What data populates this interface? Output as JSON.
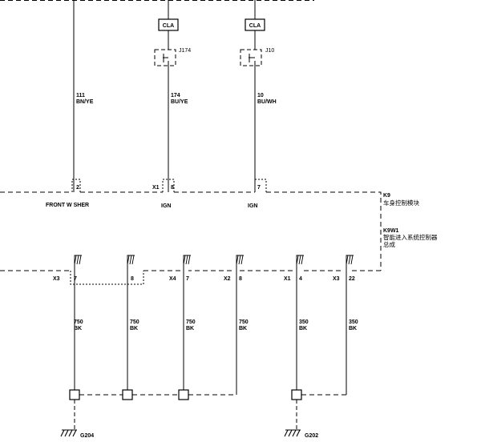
{
  "connectors": {
    "cla_1": "CLA",
    "cla_2": "CLA",
    "j174": "J174",
    "j10": "J10",
    "x1": "X1",
    "x3_left": "X3",
    "x4": "X4",
    "x2": "X2",
    "x1_lower": "X1",
    "x3_right": "X3"
  },
  "wires": {
    "w111": {
      "number": "111",
      "color": "BN/YE"
    },
    "w174": {
      "number": "174",
      "color": "BU/YE"
    },
    "w10": {
      "number": "10",
      "color": "BU/WH"
    },
    "g1": {
      "number": "750",
      "color": "BK"
    },
    "g2": {
      "number": "750",
      "color": "BK"
    },
    "g3": {
      "number": "750",
      "color": "BK"
    },
    "g4": {
      "number": "750",
      "color": "BK"
    },
    "g5": {
      "number": "350",
      "color": "BK"
    },
    "g6": {
      "number": "350",
      "color": "BK"
    }
  },
  "pins": {
    "p2": "2",
    "p8": "8",
    "p7": "7",
    "l7": "7",
    "l8": "8",
    "l7b": "7",
    "l8b": "8",
    "l4": "4",
    "l22": "22"
  },
  "functions": {
    "front_washer": "FRONT W SHER",
    "ign_1": "IGN",
    "ign_2": "IGN"
  },
  "modules": {
    "k9_code": "K9",
    "k9_name": "车身控制模块",
    "k9w1_code": "K9W1",
    "k9w1_name_line1": "智能进入系统控制器",
    "k9w1_name_line2": "总成"
  },
  "grounds": {
    "g204": "G204",
    "g202": "G202"
  }
}
